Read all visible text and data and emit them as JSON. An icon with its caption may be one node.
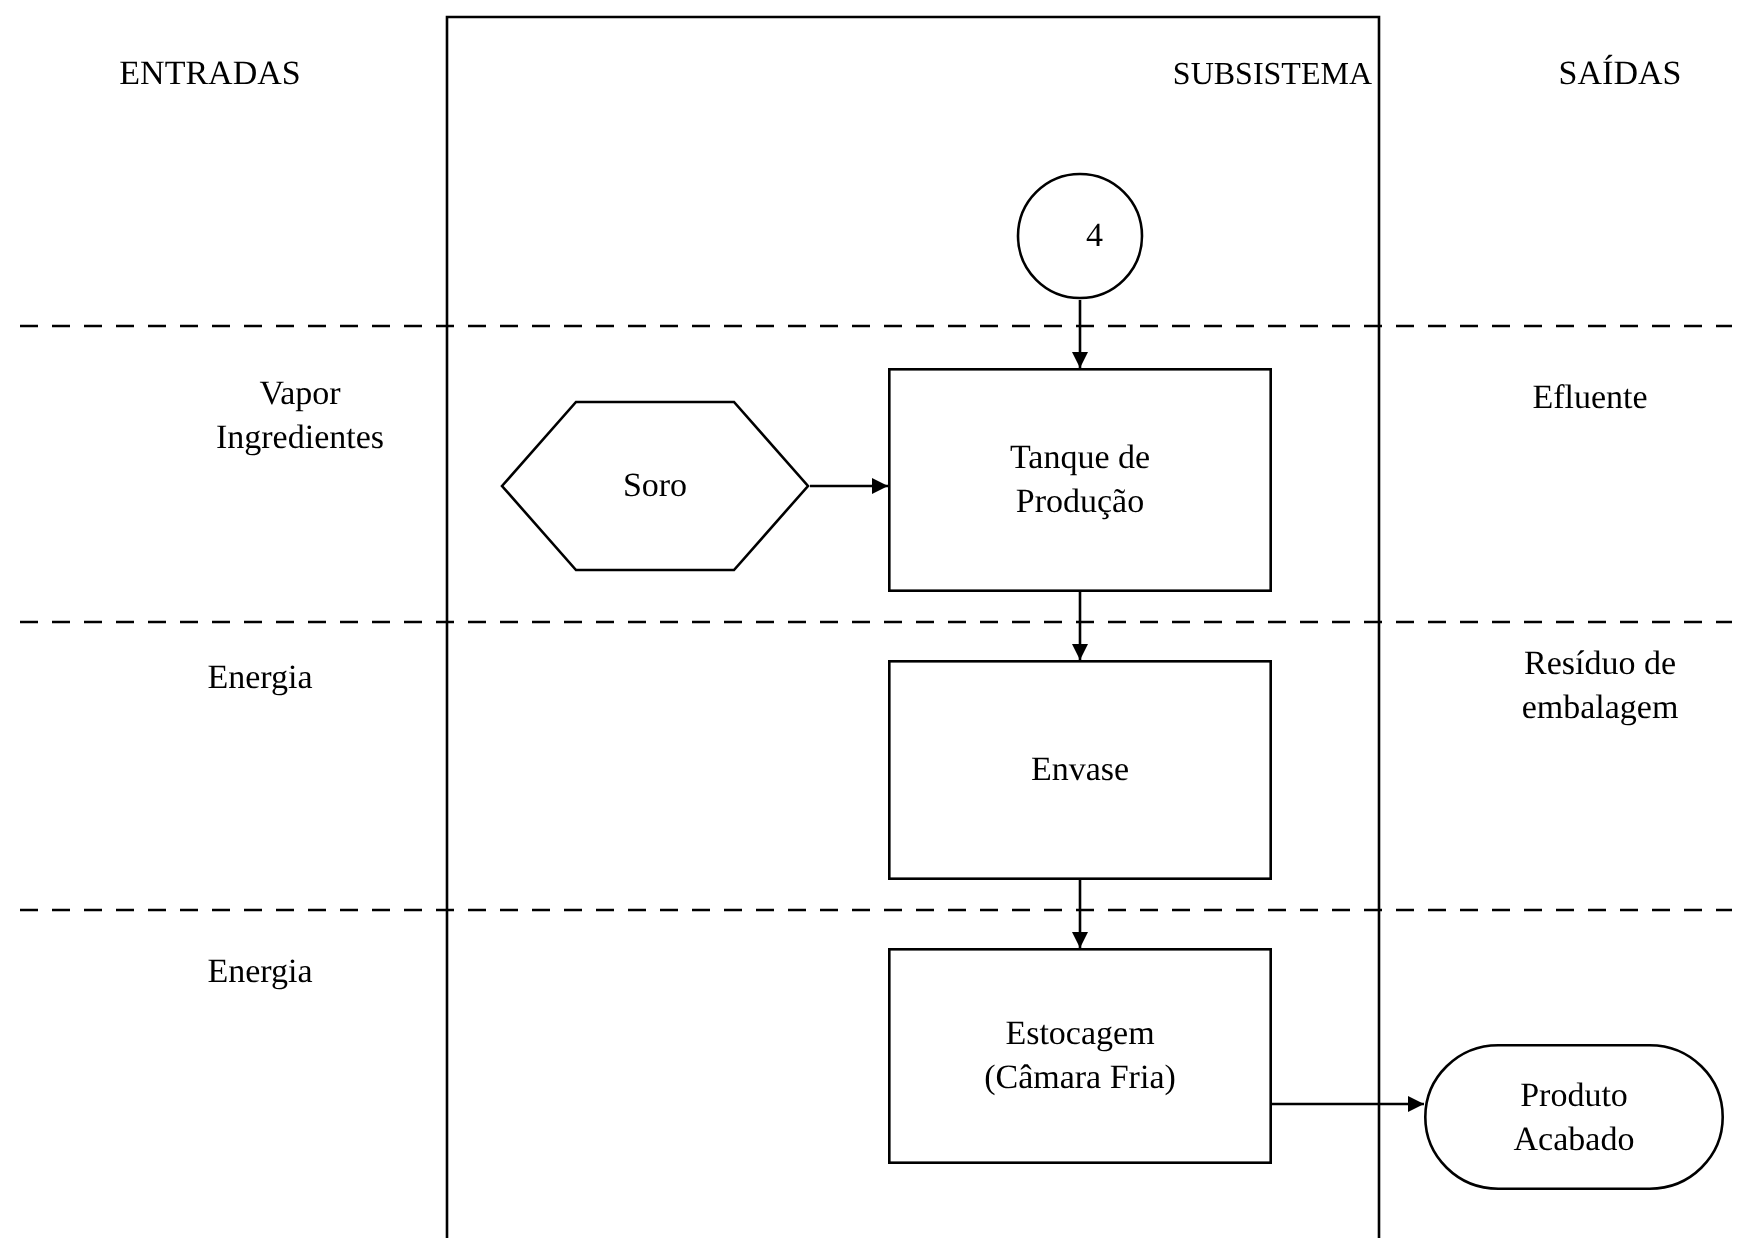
{
  "diagram": {
    "nodes": [
      {
        "text": [
          "SUBSISTEMA"
        ]
      },
      {
        "text": [
          "4"
        ],
        "in": 0
      },
      {
        "text": [
          "Soro"
        ],
        "in": 0
      },
      {
        "text": [
          "Tanque de Produção"
        ],
        "in": 0
      },
      {
        "text": [
          "Envase"
        ],
        "in": 0
      },
      {
        "text": [
          "Estocagem (Câmara Fria)"
        ],
        "in": 0
      },
      {
        "text": [
          "Produto Acabado"
        ]
      }
    ],
    "edges": [
      {
        "from": 1,
        "to": 3,
        "arrow": "to"
      },
      {
        "from": 2,
        "to": 3,
        "arrow": "to"
      },
      {
        "from": 3,
        "to": 4,
        "arrow": "to"
      },
      {
        "from": 4,
        "to": 5,
        "arrow": "to"
      },
      {
        "from": 5,
        "to": 6,
        "arrow": "to"
      }
    ],
    "labels": [
      "ENTRADAS",
      "SAÍDAS",
      "Vapor",
      "Ingredientes",
      "Efluente",
      "Energia",
      "Resíduo de embalagem",
      "Energia"
    ]
  }
}
